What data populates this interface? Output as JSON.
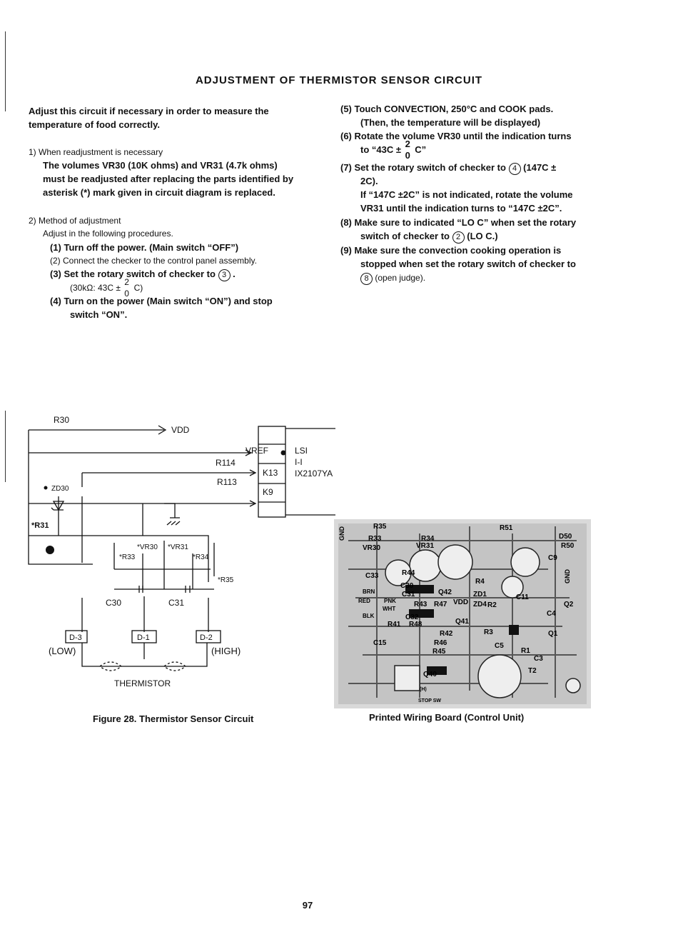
{
  "title": "ADJUSTMENT OF THERMISTOR SENSOR CIRCUIT",
  "intro": "Adjust this circuit if necessary in order to measure the temperature of food correctly.",
  "s1_head": "1) When readjustment is necessary",
  "s1_l1": "The volumes VR30 (10K ohms) and VR31 (4.7k ohms)",
  "s1_l2": "must be readjusted after replacing the parts identified by",
  "s1_l3": "asterisk (*) mark given in circuit diagram is replaced.",
  "s2_head": "2) Method of adjustment",
  "s2_sub": "Adjust in the following procedures.",
  "step1": "(1) Turn off the power. (Main switch “OFF”)",
  "step2": "(2) Connect the checker to the control panel assembly.",
  "step3a": "(3) Set the rotary switch of checker to",
  "step3_num": "3",
  "step3_val": "(30kΩ: 43C ±",
  "step3_tol_up": "2",
  "step3_tol_down": "0",
  "step3_unit": "C)",
  "step4a": "(4) Turn on the power (Main switch “ON”) and stop",
  "step4b": "switch “ON”.",
  "step5a": "(5) Touch CONVECTION, 250°C and COOK pads.",
  "step5b": "(Then, the temperature will be displayed)",
  "step6a": "(6) Rotate the volume VR30 until the indication turns",
  "step6b": "to “43C ±",
  "step6_tol_up": "2",
  "step6_tol_down": "0",
  "step6c": "C”",
  "step7a": "(7) Set the rotary switch of checker to",
  "step7_num": "4",
  "step7b": "(147C ±",
  "step7c": "2C).",
  "step7d": "If “147C ±2C” is not indicated, rotate the volume",
  "step7e": "VR31 until the indication turns to “147C ±2C”.",
  "step8a": "(8)   Make sure to indicated “LO C” when set the rotary",
  "step8b": "switch of checker to",
  "step8_num": "2",
  "step8c": "(LO C.)",
  "step9a": "(9) Make sure the convection cooking operation is",
  "step9b": "stopped when set the rotary switch of checker to",
  "step9_num": "8",
  "step9c": "(open judge).",
  "circuit": {
    "r30": "R30",
    "vdd": "VDD",
    "vref": "VREF",
    "lsi": "LSI",
    "lsi2": "I-I",
    "ic": "IX2107YA",
    "r114": "R114",
    "k13": "K13",
    "r113": "R113",
    "k9": "K9",
    "zd30": "ZD30",
    "r31": "*R31",
    "vr30": "*VR30",
    "vr31": "*VR31",
    "r33": "*R33",
    "r34": "*R34",
    "r35": "*R35",
    "c30": "C30",
    "c31": "C31",
    "d3": "D-3",
    "d1": "D-1",
    "d2": "D-2",
    "low": "(LOW)",
    "high": "(HIGH)",
    "thermistor": "THERMISTOR"
  },
  "board": {
    "labels": [
      "R35",
      "R33",
      "VR30",
      "R34",
      "VR31",
      "R51",
      "D50",
      "R50",
      "C9",
      "C33",
      "R44",
      "C30",
      "C31",
      "Q42",
      "ZD1",
      "R4",
      "BRN",
      "RED",
      "PNK",
      "WHT",
      "BLK",
      "R43",
      "R47",
      "VDD",
      "ZD4",
      "C11",
      "Q2",
      "C4",
      "C32",
      "R48",
      "Q41",
      "R41",
      "R42",
      "R3",
      "Q1",
      "R1",
      "C15",
      "R46",
      "R45",
      "C5",
      "R2",
      "C3",
      "Q40",
      "T2",
      "STOP SW",
      "GND",
      "GND",
      "(H)"
    ]
  },
  "caption_left": "Figure 28. Thermistor Sensor Circuit",
  "caption_right": "Printed Wiring Board (Control Unit)",
  "page_number": "97"
}
